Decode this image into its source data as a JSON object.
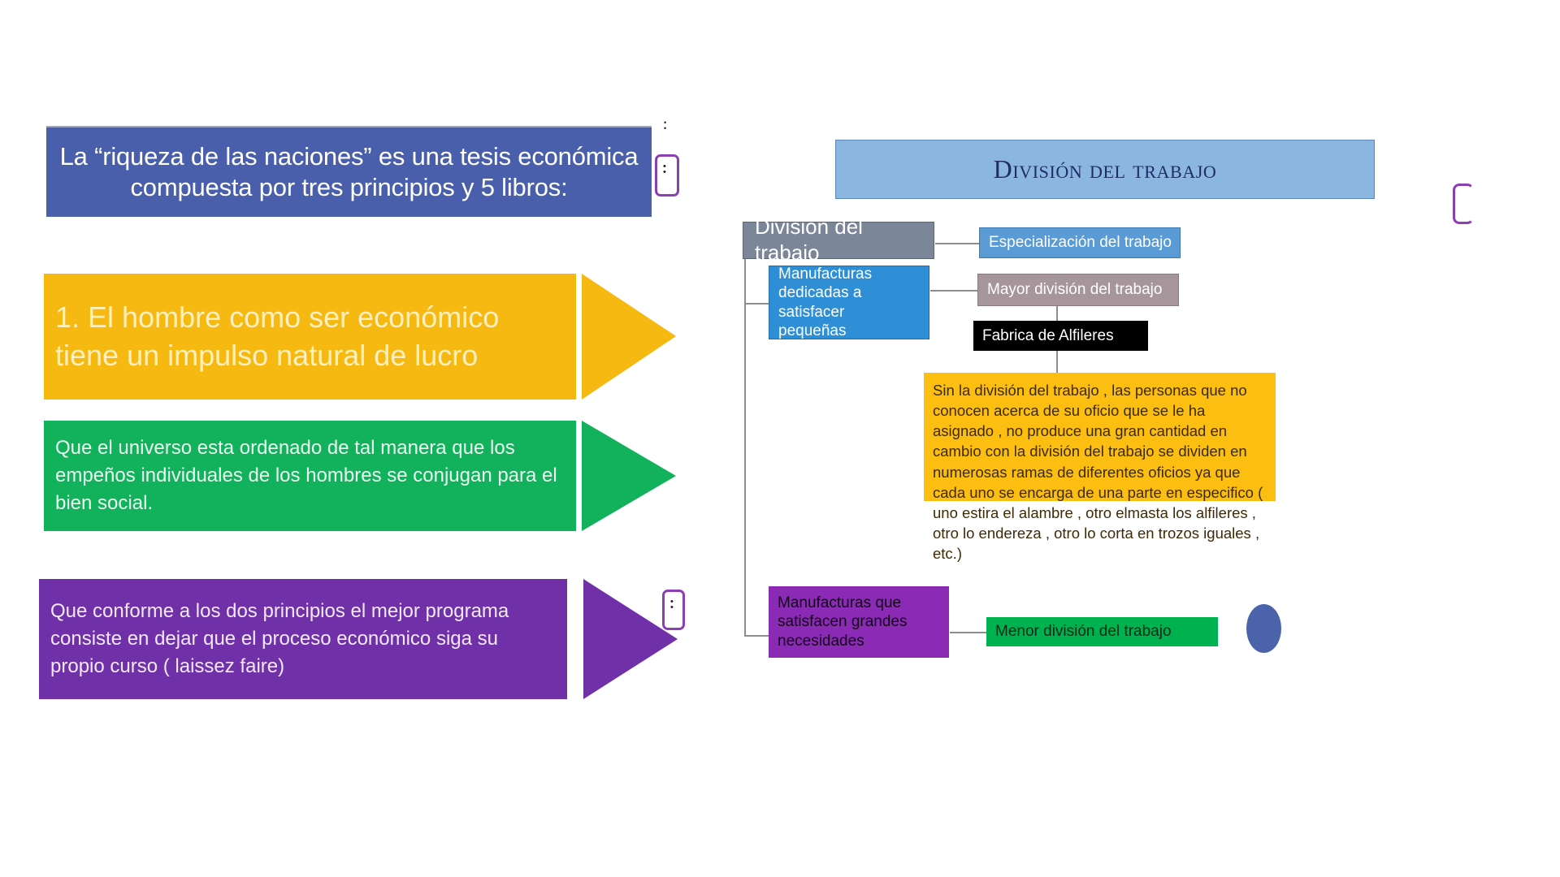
{
  "slide_left": {
    "title_banner": {
      "text": "La “riqueza de las naciones” es una tesis económica compuesta por tres principios y 5 libros:",
      "fill": "#4a5fab",
      "text_color": "#ffffff"
    },
    "arrows": [
      {
        "id": "principle-1",
        "text": "1. El hombre como ser económico tiene un impulso natural de lucro",
        "fill": "#f6b911",
        "text_color": "#fdf0c0"
      },
      {
        "id": "principle-2",
        "text": "Que el universo esta ordenado de tal manera que los empeños individuales de los hombres se conjugan para el bien social.",
        "fill": "#12b15c",
        "text_color": "#eafaf0"
      },
      {
        "id": "principle-3",
        "text": "Que conforme a los dos principios el mejor programa consiste en dejar que el proceso económico siga su propio curso ( laissez faire)",
        "fill": "#7030a8",
        "text_color": "#f2e9f8"
      }
    ],
    "handles": {
      "dots": "•\n•",
      "outline_color": "#8c3fb5"
    }
  },
  "slide_right": {
    "title": {
      "text": "División del trabajo",
      "fill": "#8bb6e0",
      "text_color": "#1f2d64"
    },
    "nodes": {
      "root": {
        "text": "División del trabajo",
        "fill": "#7b8699",
        "text_color": "#ffffff"
      },
      "especializacion": {
        "text": "Especialización del trabajo",
        "fill": "#5b9bd5",
        "text_color": "#ffffff"
      },
      "manufacturas_pequenas": {
        "text": "Manufacturas\ndedicadas a satisfacer\npequeñas",
        "fill": "#2e8fd6",
        "text_color": "#ffffff"
      },
      "mayor_division": {
        "text": "Mayor división del trabajo",
        "fill": "#a6969c",
        "text_color": "#ffffff"
      },
      "fabrica_alfileres": {
        "text": "Fabrica de Alfileres",
        "fill": "#000000",
        "text_color": "#ffffff"
      },
      "parrafo": {
        "text": "Sin la división del trabajo , las personas que no conocen acerca de su oficio que se le ha asignado , no produce una gran cantidad en cambio con la división del trabajo se dividen en numerosas ramas de diferentes oficios ya que cada uno se encarga de una parte en especifico ( uno estira el alambre , otro elmasta los alfileres , otro lo endereza , otro lo corta en trozos iguales , etc.)",
        "fill": "#fcbe11",
        "text_color": "#3d2a06"
      },
      "manufacturas_grandes": {
        "text": "Manufacturas que\nsatisfacen grandes\nnecesidades",
        "fill": "#8a2ab5",
        "text_color": "#120617"
      },
      "menor_division": {
        "text": "Menor división del trabajo",
        "fill": "#00b14f",
        "text_color": "#0e2a16"
      }
    },
    "decor": {
      "ellipse_fill": "#4a63ab",
      "connector_color": "#8d8d8d",
      "bracket_color": "#8c3fb5"
    }
  }
}
